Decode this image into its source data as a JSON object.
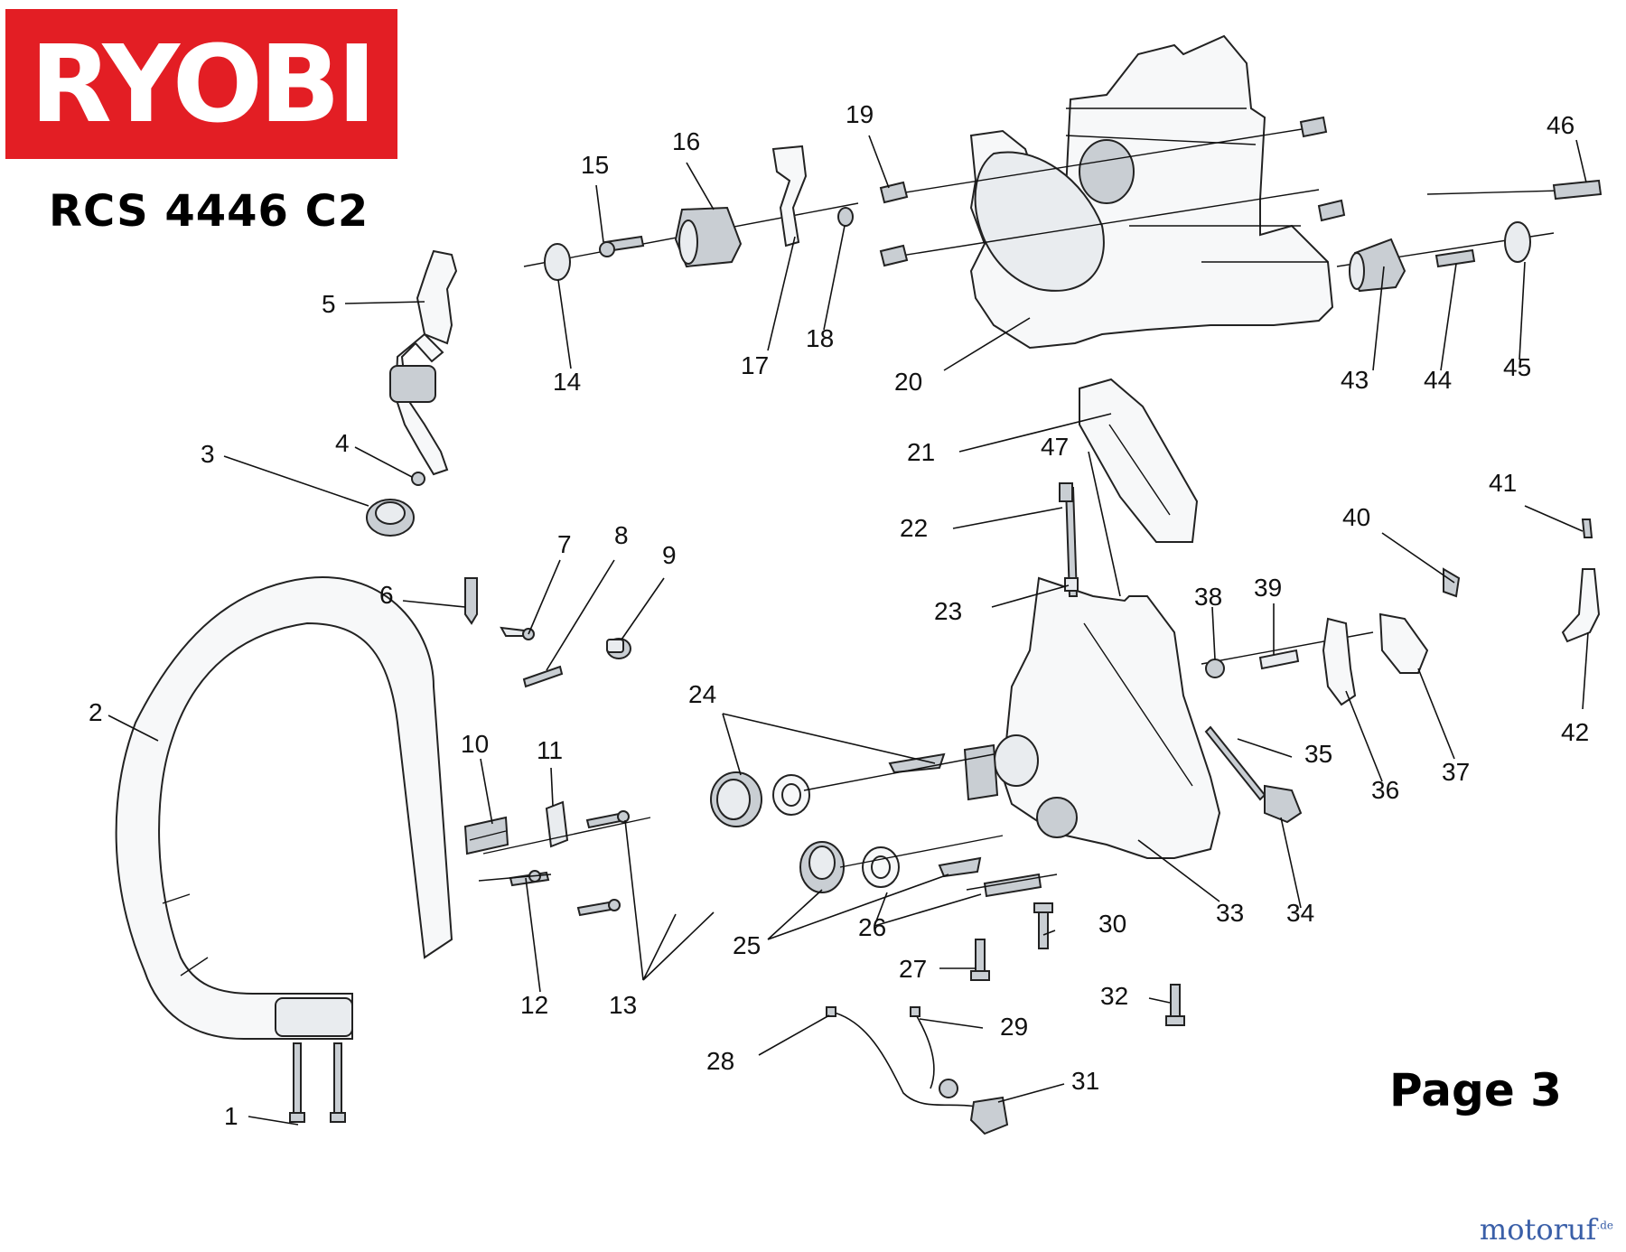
{
  "brand": {
    "logo_text": "RYOBI",
    "logo_bg": "#e31e24",
    "logo_fg": "#ffffff"
  },
  "model": "RCS 4446 C2",
  "page_label": "Page 3",
  "watermark": {
    "text": "motoruf",
    "suffix": ".de"
  },
  "callouts": [
    "1",
    "2",
    "3",
    "4",
    "5",
    "6",
    "7",
    "8",
    "9",
    "10",
    "11",
    "12",
    "13",
    "14",
    "15",
    "16",
    "17",
    "18",
    "19",
    "20",
    "21",
    "22",
    "23",
    "24",
    "25",
    "26",
    "27",
    "28",
    "29",
    "30",
    "31",
    "32",
    "33",
    "34",
    "35",
    "36",
    "37",
    "38",
    "39",
    "40",
    "41",
    "42",
    "43",
    "44",
    "45",
    "46",
    "47"
  ]
}
